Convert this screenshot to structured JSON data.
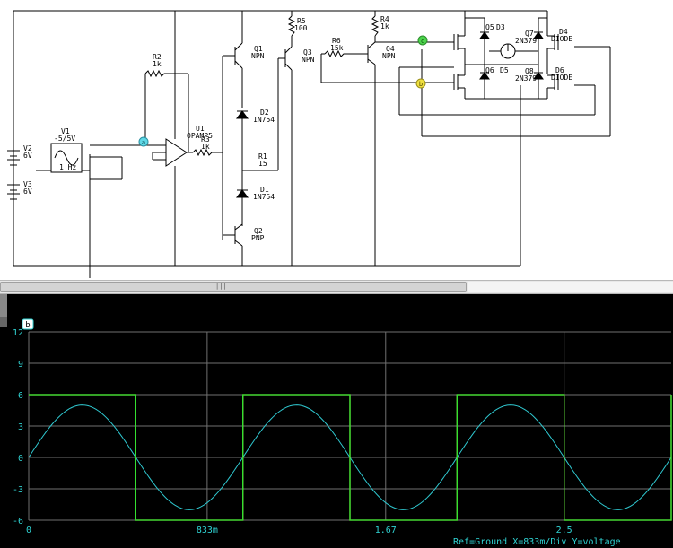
{
  "schematic": {
    "sources": [
      {
        "name": "V2",
        "value": "6V"
      },
      {
        "name": "V3",
        "value": "6V"
      },
      {
        "name": "V1",
        "value": "-5/5V",
        "freq": "1 Hz"
      }
    ],
    "components": [
      {
        "name": "R2",
        "value": "1k"
      },
      {
        "name": "U1",
        "value": "OPAMP5"
      },
      {
        "name": "R3",
        "value": "1k"
      },
      {
        "name": "Q1",
        "value": "NPN"
      },
      {
        "name": "D2",
        "value": "1N754"
      },
      {
        "name": "R1",
        "value": "15"
      },
      {
        "name": "D1",
        "value": "1N754"
      },
      {
        "name": "Q2",
        "value": "PNP"
      },
      {
        "name": "R5",
        "value": "100"
      },
      {
        "name": "Q3",
        "value": "NPN"
      },
      {
        "name": "R6",
        "value": "15k"
      },
      {
        "name": "R4",
        "value": "1k"
      },
      {
        "name": "Q4",
        "value": "NPN"
      },
      {
        "name": "Q5",
        "value": "D3"
      },
      {
        "name": "Q7",
        "value": "2N379"
      },
      {
        "name": "D4",
        "value": "DIODE"
      },
      {
        "name": "Q6",
        "value": "D5"
      },
      {
        "name": "Q8",
        "value": "2N379"
      },
      {
        "name": "D6",
        "value": "DIODE"
      }
    ],
    "probes": [
      {
        "id": "a",
        "color": "#5fd8e6"
      },
      {
        "id": "c",
        "color": "#4cd44c"
      },
      {
        "id": "b",
        "color": "#f0e040"
      }
    ]
  },
  "scope": {
    "probe_tag": "b",
    "status": "Ref=Ground  X=833m/Div Y=voltage",
    "colors": {
      "sine": "#2fc8d0",
      "square_yellow": "#e8e850",
      "square_green": "#30e030",
      "grid": "#707070",
      "text": "#2fd3d3"
    }
  },
  "chart_data": {
    "type": "line",
    "title": "",
    "xlabel": "",
    "ylabel": "",
    "x_tick_labels": [
      "0",
      "833m",
      "1.67",
      "2.5"
    ],
    "y_tick_labels": [
      "12",
      "9",
      "6",
      "3",
      "0",
      "-3",
      "-6"
    ],
    "xlim": [
      0,
      3.0
    ],
    "ylim": [
      -6,
      12
    ],
    "series": [
      {
        "id": "a",
        "kind": "sine",
        "amplitude": 5,
        "frequency_hz": 1,
        "offset": 0,
        "color": "#2fc8d0"
      },
      {
        "id": "b",
        "kind": "square",
        "high": 6,
        "low": -6,
        "transitions": [
          0.5,
          1.0,
          1.5,
          2.0,
          2.5,
          3.0
        ],
        "start_level": 6,
        "color": "#e8e850"
      },
      {
        "id": "c",
        "kind": "square",
        "high": 6,
        "low": -6,
        "transitions": [
          0.5,
          1.0,
          1.5,
          2.0,
          2.5,
          3.0
        ],
        "start_level": 6,
        "color": "#30e030"
      }
    ]
  }
}
